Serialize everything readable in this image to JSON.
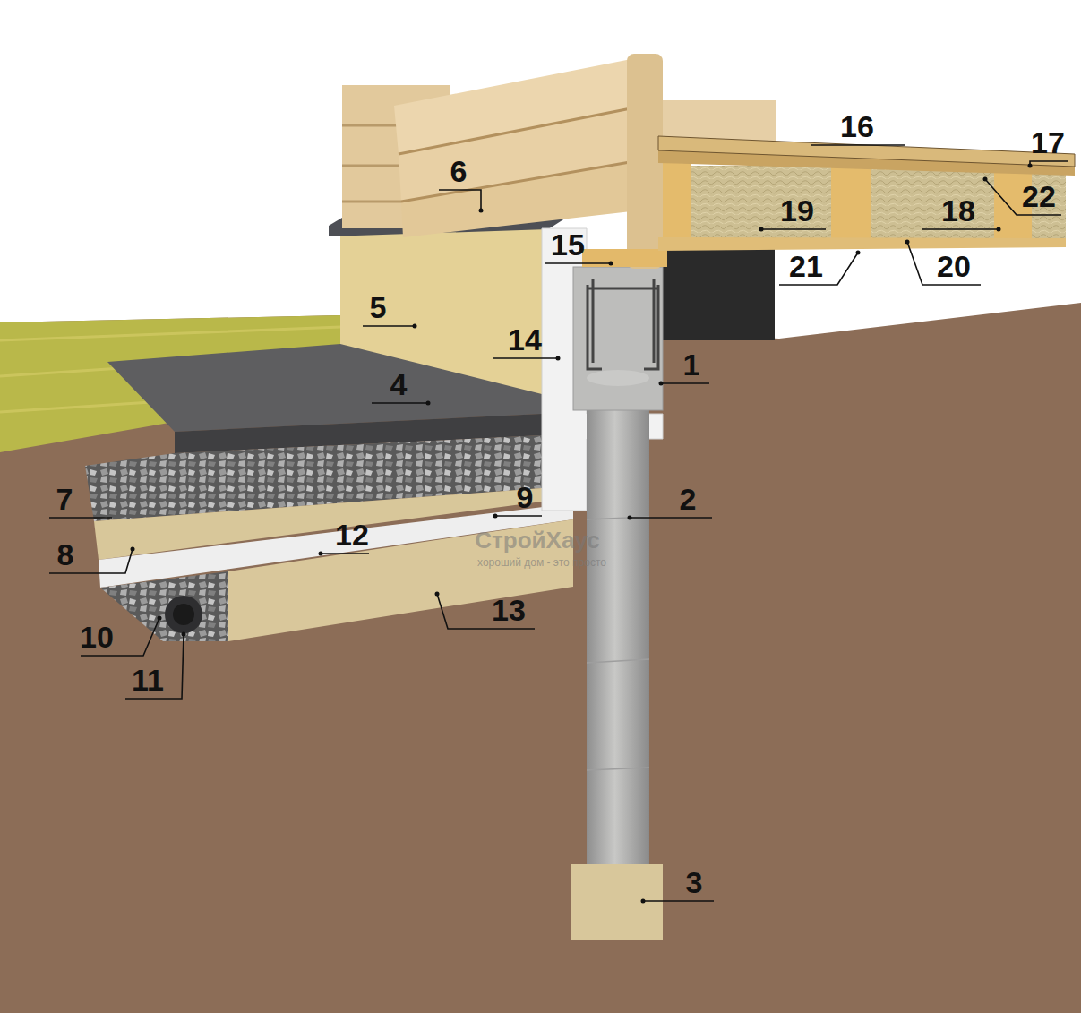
{
  "diagram": {
    "labels": [
      "16",
      "17",
      "22",
      "6",
      "19",
      "18",
      "15",
      "21",
      "20",
      "5",
      "14",
      "1",
      "4",
      "7",
      "9",
      "2",
      "8",
      "12",
      "10",
      "13",
      "11",
      "3",
      "СтройХаус",
      "хороший дом - это просто"
    ]
  }
}
